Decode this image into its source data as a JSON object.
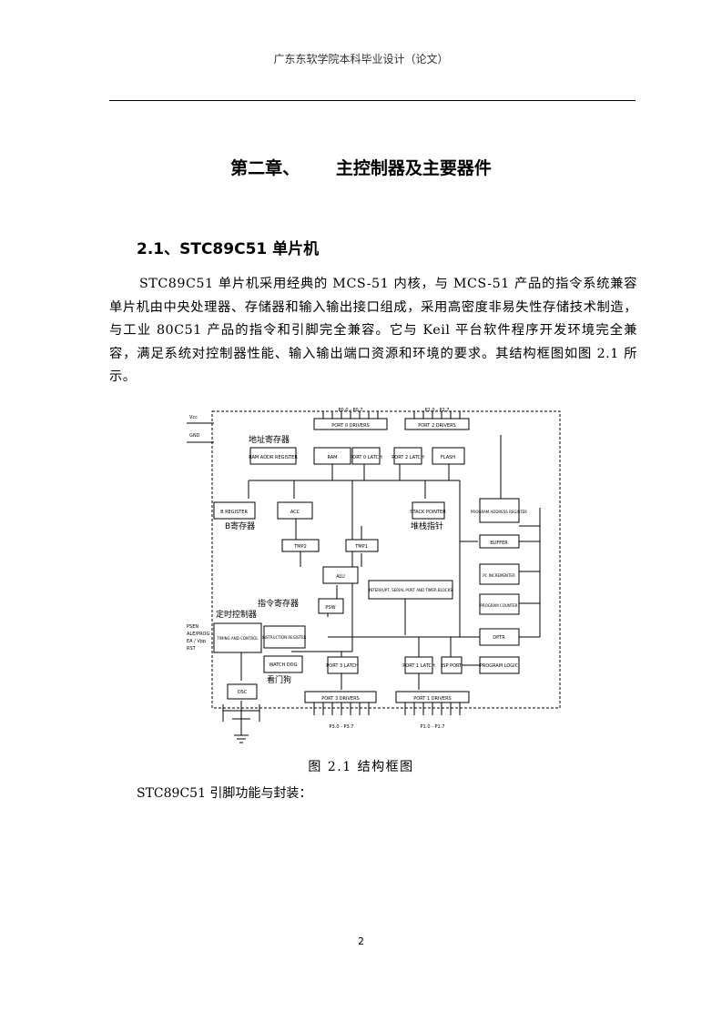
{
  "header": {
    "text": "广东东软学院本科毕业设计（论文）"
  },
  "chapter": {
    "title": "第二章、      主控制器及主要器件"
  },
  "section": {
    "title": "2.1、STC89C51 单片机"
  },
  "paragraph": "STC89C51 单片机采用经典的 MCS-51 内核，与 MCS-51 产品的指令系统兼容单片机由中央处理器、存储器和输入输出接口组成，采用高密度非易失性存储技术制造，与工业 80C51 产品的指令和引脚完全兼容。它与 Keil 平台软件程序开发环境完全兼容，满足系统对控制器性能、输入输出端口资源和环境的要求。其结构框图如图 2.1 所示。",
  "figure": {
    "caption": "图 2.1 结构框图",
    "top_left_labels": {
      "vcc": "Vcc",
      "gnd": "GND"
    },
    "ports_top_labels": [
      "P0.0 - P0.7",
      "P2.0 - P2.7"
    ],
    "ports_bottom_labels": [
      "P3.0 - P3.7",
      "P1.0 - P1.7"
    ],
    "annotations": {
      "address_register": "地址寄存器",
      "b_register": "B寄存器",
      "stack_pointer": "堆栈指针",
      "instruction_register": "指令寄存器",
      "timing_control": "定时控制器",
      "watchdog": "看门狗"
    },
    "blocks": {
      "port0_drivers": "PORT 0 DRIVERS",
      "port2_drivers": "PORT 2 DRIVERS",
      "ram_addr_register": "RAM ADDR REGISTER",
      "ram": "RAM",
      "port0_latch": "PORT 0 LATCH",
      "port2_latch": "PORT 2 LATCH",
      "flash": "FLASH",
      "b_register": "B REGISTER",
      "acc": "ACC",
      "stack_pointer": "STACK POINTER",
      "program_address_register": "PROGRAM ADDRESS REGISTER",
      "tmp2": "TMP2",
      "tmp1": "TMP1",
      "buffer": "BUFFER",
      "alu": "ALU",
      "pc_incrementer": "PC INCREMENTER",
      "interrupt_serial": "INTERRUPT, SERIAL PORT AND TIMER BLOCKS",
      "psw": "PSW",
      "program_counter": "PROGRAM COUNTER",
      "timing_and_control": "TIMING AND CONTROL",
      "instruction_register": "INSTRUCTION REGISTER",
      "watchdog": "WATCH DOG",
      "dptr": "DPTR",
      "port3_latch": "PORT 3 LATCH",
      "port1_latch": "PORT 1 LATCH",
      "isp_port": "ISP PORT",
      "program_logic": "PROGRAM LOGIC",
      "osc": "OSC",
      "port3_drivers": "PORT 3 DRIVERS",
      "port1_drivers": "PORT 1 DRIVERS"
    },
    "control_pins": [
      "PSEN",
      "ALE/PROG",
      "EA / Vpp",
      "RST"
    ]
  },
  "pins_line": "STC89C51 引脚功能与封装：",
  "page_number": "2"
}
